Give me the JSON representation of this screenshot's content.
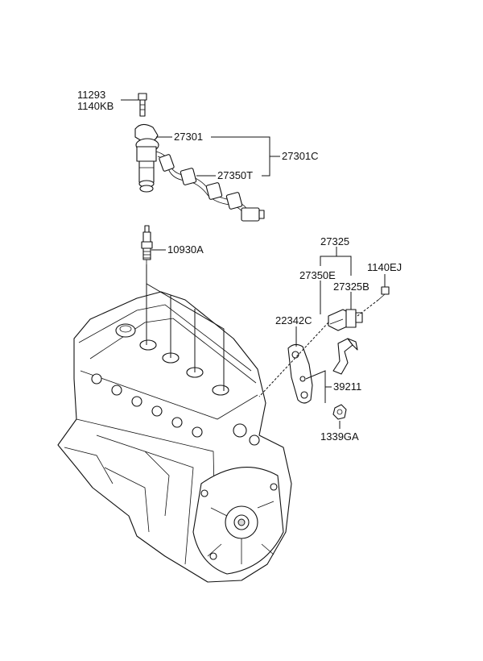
{
  "labels": {
    "bolt_a": "11293",
    "bolt_b": "1140KB",
    "coil": "27301",
    "coil_assy": "27301C",
    "harness": "27350T",
    "spark_plug": "10930A",
    "sensor_assy": "27325",
    "sensor_wire": "27350E",
    "sensor_bracket": "27325B",
    "sensor_bolt": "1140EJ",
    "bracket": "22342C",
    "clamp": "39211",
    "nut": "1339GA"
  }
}
